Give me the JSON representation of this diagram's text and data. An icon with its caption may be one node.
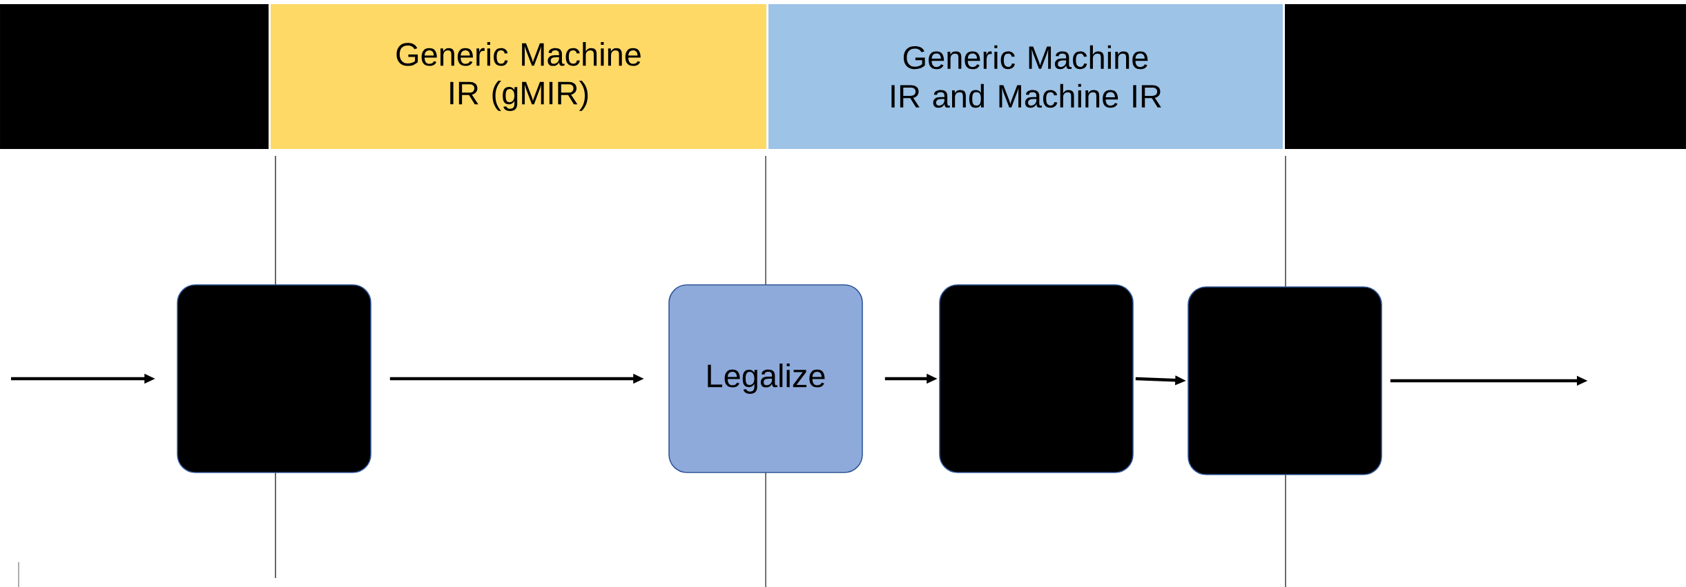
{
  "diagram": {
    "nodes": [
      {
        "text": [],
        "shape": "bar"
      },
      {
        "text": [
          "Generic Machine IR (gMIR)"
        ]
      },
      {
        "text": [
          "Generic Machine IR and Machine IR"
        ]
      },
      {
        "text": [],
        "shape": "bar"
      },
      {
        "text": [],
        "shape": "box"
      },
      {
        "text": [
          "Legalize"
        ]
      },
      {
        "text": [],
        "shape": "box"
      },
      {
        "text": [],
        "shape": "box"
      }
    ],
    "edges": [
      {
        "from": null,
        "to": 4,
        "arrow": "to"
      },
      {
        "from": 4,
        "to": 5,
        "arrow": "to"
      },
      {
        "from": 5,
        "to": 6,
        "arrow": "to"
      },
      {
        "from": 6,
        "to": 7,
        "arrow": "to"
      },
      {
        "from": 7,
        "to": null,
        "arrow": "to"
      }
    ]
  }
}
